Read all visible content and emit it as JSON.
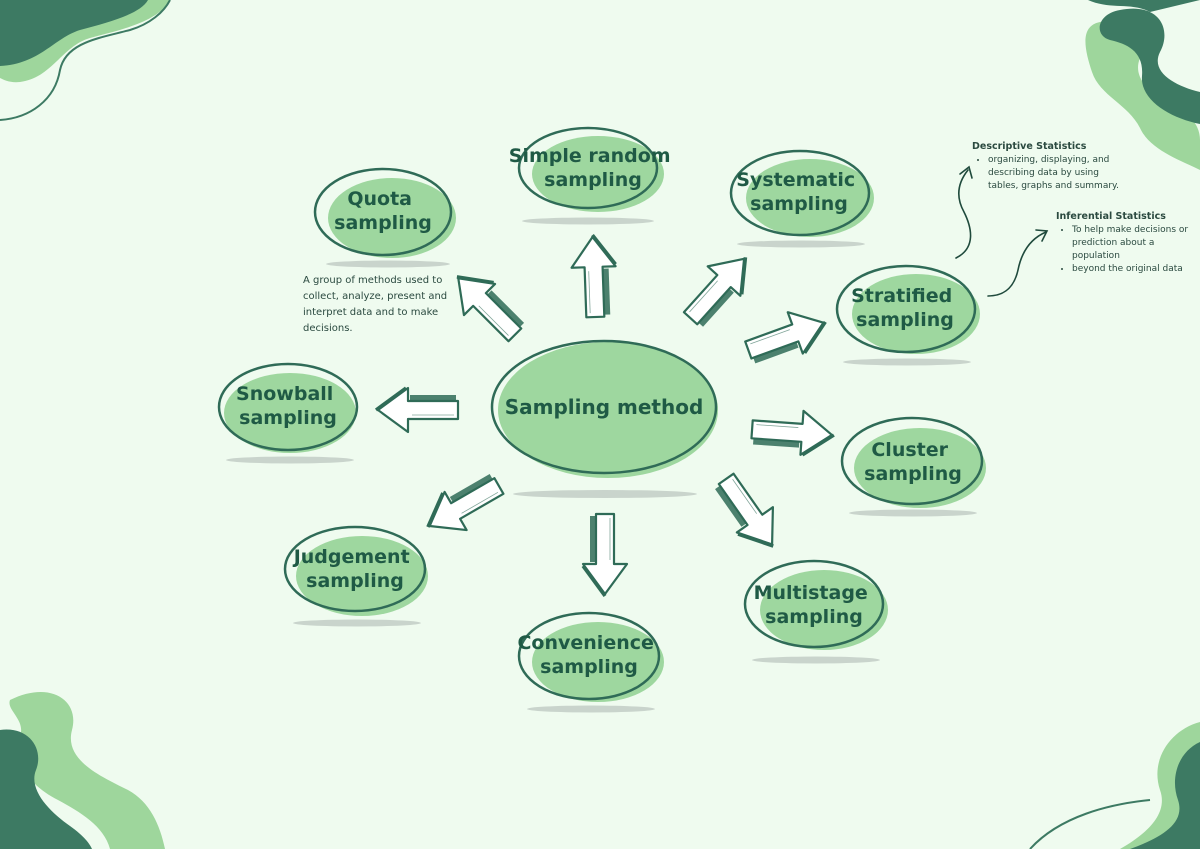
{
  "center": {
    "label": "Sampling method"
  },
  "methods": [
    {
      "label_lines": [
        "Quota",
        "sampling"
      ]
    },
    {
      "label_lines": [
        "Simple random",
        "sampling"
      ]
    },
    {
      "label_lines": [
        "Systematic",
        "sampling"
      ]
    },
    {
      "label_lines": [
        "Stratified",
        "sampling"
      ]
    },
    {
      "label_lines": [
        "Snowball",
        "sampling"
      ]
    },
    {
      "label_lines": [
        "Cluster",
        "sampling"
      ]
    },
    {
      "label_lines": [
        "Judgement",
        "sampling"
      ]
    },
    {
      "label_lines": [
        "Convenience",
        "sampling"
      ]
    },
    {
      "label_lines": [
        "Multistage",
        "sampling"
      ]
    }
  ],
  "definition": "A group of methods used to collect, analyze, present and interpret data and to make decisions.",
  "descriptive": {
    "title": "Descriptive Statistics",
    "items": [
      "organizing, displaying, and describing data by using tables, graphs and summary."
    ]
  },
  "inferential": {
    "title": "Inferential Statistics",
    "items": [
      "To help make decisions or prediction about a population",
      "beyond the original data"
    ]
  },
  "colors": {
    "background": "#effbef",
    "fill": "#9ed79f",
    "outline": "#2f6b57",
    "dark_blob": "#3d7a63",
    "light_blob": "#9ed69c",
    "shadow": "#c9d4cc"
  }
}
